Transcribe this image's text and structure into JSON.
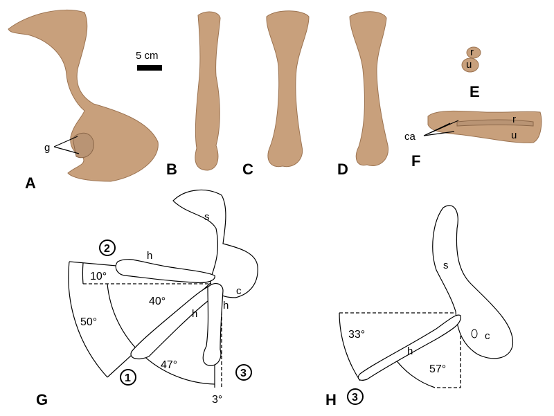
{
  "panels": {
    "A": "A",
    "B": "B",
    "C": "C",
    "D": "D",
    "E": "E",
    "F": "F",
    "G": "G",
    "H": "H"
  },
  "scale_bar": "5 cm",
  "photo_labels": {
    "g": "g",
    "r_E": "r",
    "u_E": "u",
    "r_F": "r",
    "u_F": "u",
    "ca": "ca"
  },
  "diagram_G": {
    "s": "s",
    "h_top": "h",
    "h_mid": "h",
    "h_right": "h",
    "c": "c",
    "angles": {
      "a10": "10°",
      "a40": "40°",
      "a50": "50°",
      "a47": "47°",
      "a3": "3°"
    },
    "positions": {
      "p1": "1",
      "p2": "2",
      "p3": "3"
    }
  },
  "diagram_H": {
    "s": "s",
    "h": "h",
    "c": "c",
    "angles": {
      "a33": "33°",
      "a57": "57°"
    },
    "positions": {
      "p3": "3"
    }
  },
  "colors": {
    "bone": "#c8a07c",
    "outline": "#000000"
  }
}
